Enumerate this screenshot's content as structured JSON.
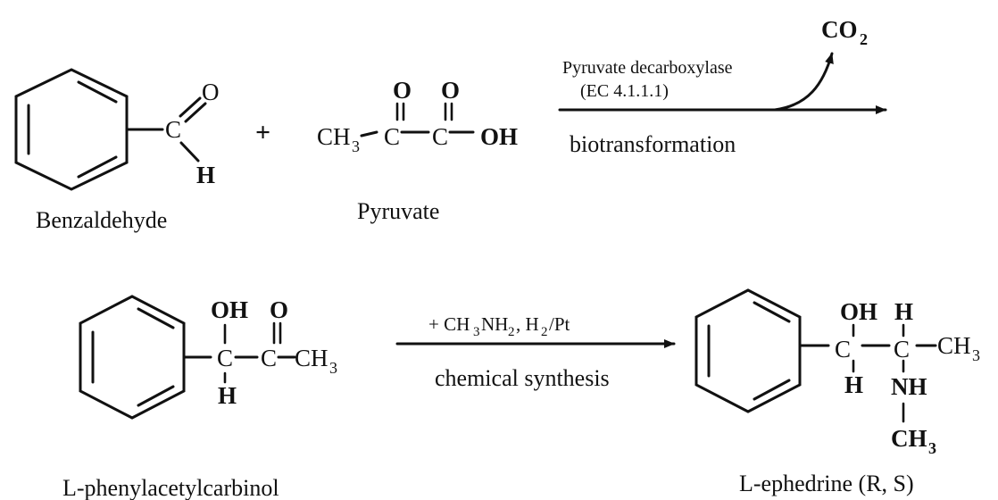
{
  "labels": {
    "O": "O",
    "C": "C",
    "H": "H",
    "OH": "OH",
    "CH": "CH",
    "NH": "NH",
    "sub3": "3",
    "sub2": "2"
  },
  "reaction1": {
    "plus": "+",
    "enzyme": "Pyruvate decarboxylase",
    "ec": "(EC 4.1.1.1)",
    "condition": "biotransformation",
    "product_gas": "CO",
    "product_gas_sub": "2"
  },
  "reaction2": {
    "reagent_prefix": "+ CH",
    "reagent_mid1": "NH",
    "reagent_mid2": ", H",
    "reagent_suffix": "/Pt",
    "condition": "chemical synthesis"
  },
  "compounds": {
    "benzaldehyde": "Benzaldehyde",
    "pyruvate": "Pyruvate",
    "pac": "L-phenylacetylcarbinol",
    "ephedrine": "L-ephedrine (R, S)"
  }
}
